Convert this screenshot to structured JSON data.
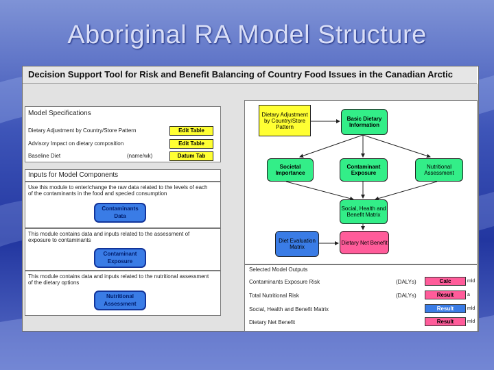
{
  "slide_title": "Aboriginal RA Model Structure",
  "app": {
    "title": "Decision Support Tool for Risk and Benefit Balancing of Country Food Issues in the Canadian Arctic"
  },
  "model_specs": {
    "header": "Model Specifications",
    "rows": [
      {
        "label": "Dietary Adjustment by Country/Store Pattern",
        "note": "",
        "button": "Edit Table"
      },
      {
        "label": "Advisory Impact on dietary composition",
        "note": "",
        "button": "Edit Table"
      },
      {
        "label": "Baseline Diet",
        "note": "(name/wk)",
        "button": "Datum Tab"
      }
    ]
  },
  "inputs": {
    "header": "Inputs for Model Components",
    "modules": [
      {
        "text": "Use this module to enter/change the raw data related to the levels of each of the contaminants in the food and specied consumption",
        "button": "Contaminants Data"
      },
      {
        "text": "This module contains data and inputs related to the assessment of exposure to contaminants",
        "button": "Contaminant Exposure"
      },
      {
        "text": "This module contains data and inputs related to the nutritional assessment of the dietary options",
        "button": "Nutritional Assessment"
      }
    ]
  },
  "diagram": {
    "nodes": {
      "dietary_adjustment": "Dietary Adjustment by Country/Store Pattern",
      "basic_dietary": "Basic Dietary Information",
      "societal": "Societal Importance",
      "contaminant_exposure": "Contaminant Exposure",
      "nutritional": "Nutritional Assessment",
      "social_health": "Social, Health and Benefit Matrix",
      "diet_evaluation": "Diet Evaluation Matrix",
      "dietary_net_benefit": "Dietary Net Benefit"
    }
  },
  "outputs": {
    "header": "Selected Model Outputs",
    "rows": [
      {
        "label": "Contaminants Exposure Risk",
        "unit": "(DALYs)",
        "button": "Calc",
        "suffix": "mld"
      },
      {
        "label": "Total Nutritional Risk",
        "unit": "(DALYs)",
        "button": "Result",
        "suffix": "a"
      },
      {
        "label": "Social, Health and Benefit Matrix",
        "unit": "",
        "button": "Result",
        "suffix": "mld"
      },
      {
        "label": "Dietary Net Benefit",
        "unit": "",
        "button": "Result",
        "suffix": "mld"
      }
    ]
  },
  "colors": {
    "yellow_button": "#ffff33",
    "blue_pill": "#3a7ce6",
    "green_node": "#33ee88",
    "pink_button": "#ff5c9a"
  }
}
